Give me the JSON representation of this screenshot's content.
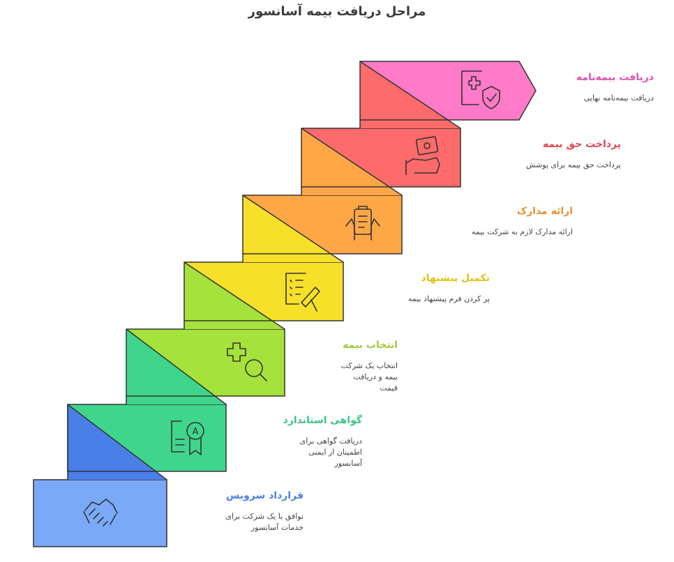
{
  "title": "مراحل دریافت بیمه آسانسور",
  "steps": [
    {
      "title": "قرارداد سرویس",
      "desc": "توافق با یک شرکت برای خدمات آسانسور",
      "color": "#4a7fe8",
      "top": "#7aa9f7",
      "title_color": "#4a7fe8",
      "icon": "handshake-icon"
    },
    {
      "title": "گواهی استاندارد",
      "desc": "دریافت گواهی برای اطمینان از ایمنی آسانسور",
      "color": "#3fd68c",
      "top": "#7ff0b8",
      "title_color": "#3cc487",
      "icon": "certificate-icon"
    },
    {
      "title": "انتخاب بیمه",
      "desc": "انتخاب یک شرکت بیمه و دریافت قیمت",
      "color": "#a6e23c",
      "top": "#ccf577",
      "title_color": "#9bcc3d",
      "icon": "search-plus-icon"
    },
    {
      "title": "تکمیل پیشنهاد",
      "desc": "پر کردن فرم پیشنهاد بیمه",
      "color": "#f7e02a",
      "top": "#fbef7a",
      "title_color": "#e0c319",
      "icon": "form-writing-icon"
    },
    {
      "title": "ارائه مدارک",
      "desc": "ارائه مدارک لازم به شرکت بیمه",
      "color": "#ffa646",
      "top": "#ffc27f",
      "title_color": "#e9912f",
      "icon": "clipboard-hands-icon"
    },
    {
      "title": "پرداخت حق بیمه",
      "desc": "پرداخت حق بیمه برای پوشش",
      "color": "#ff6b6b",
      "top": "#ff9a86",
      "title_color": "#e0464f",
      "icon": "money-hand-icon"
    },
    {
      "title": "دریافت بیمه‌نامه",
      "desc": "دریافت بیمه‌نامه نهایی",
      "color": "#ff7ac8",
      "top": "#ffa0d9",
      "title_color": "#e052ad",
      "icon": "medical-doc-shield-icon"
    }
  ]
}
